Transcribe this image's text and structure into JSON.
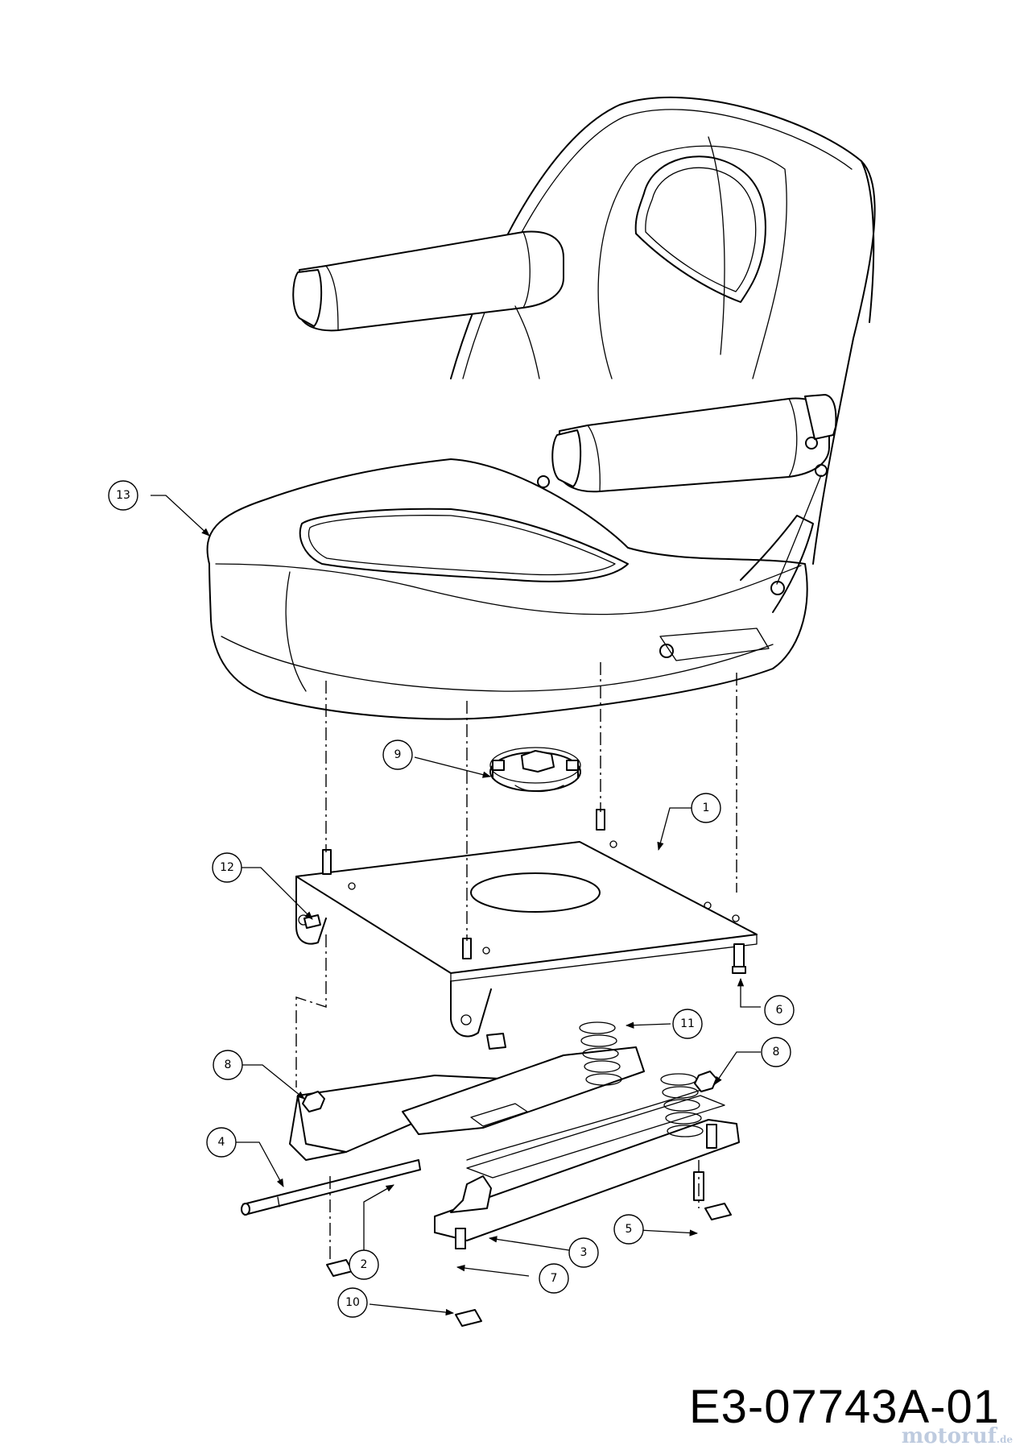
{
  "diagram": {
    "drawing_code": "E3-07743A-01",
    "watermark": "motoruf",
    "watermark_suffix": ".de",
    "callouts": [
      "1",
      "2",
      "3",
      "4",
      "5",
      "6",
      "7",
      "8",
      "8",
      "9",
      "10",
      "11",
      "12",
      "13"
    ]
  },
  "colors": {
    "line": "#000000",
    "background": "#ffffff",
    "watermark": "#b8c6dc"
  }
}
